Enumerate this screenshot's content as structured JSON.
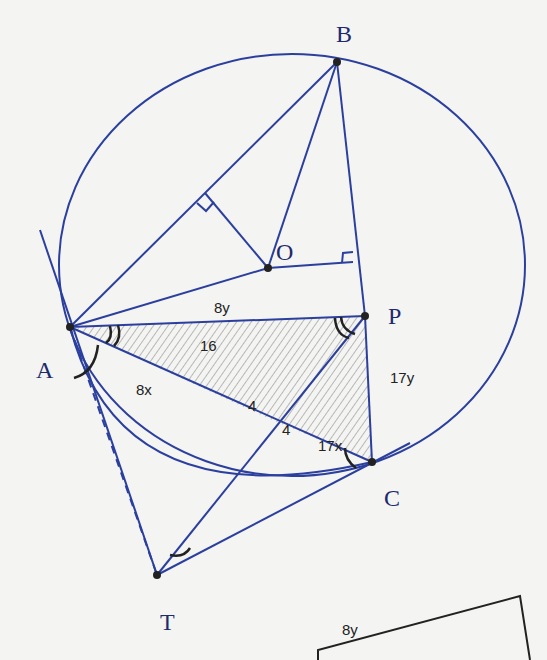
{
  "diagram": {
    "labels": [
      "B",
      "O",
      "P",
      "A",
      "C",
      "T",
      "8y",
      "16",
      "8x",
      "4",
      "4",
      "17y",
      "17x",
      "8y"
    ]
  }
}
